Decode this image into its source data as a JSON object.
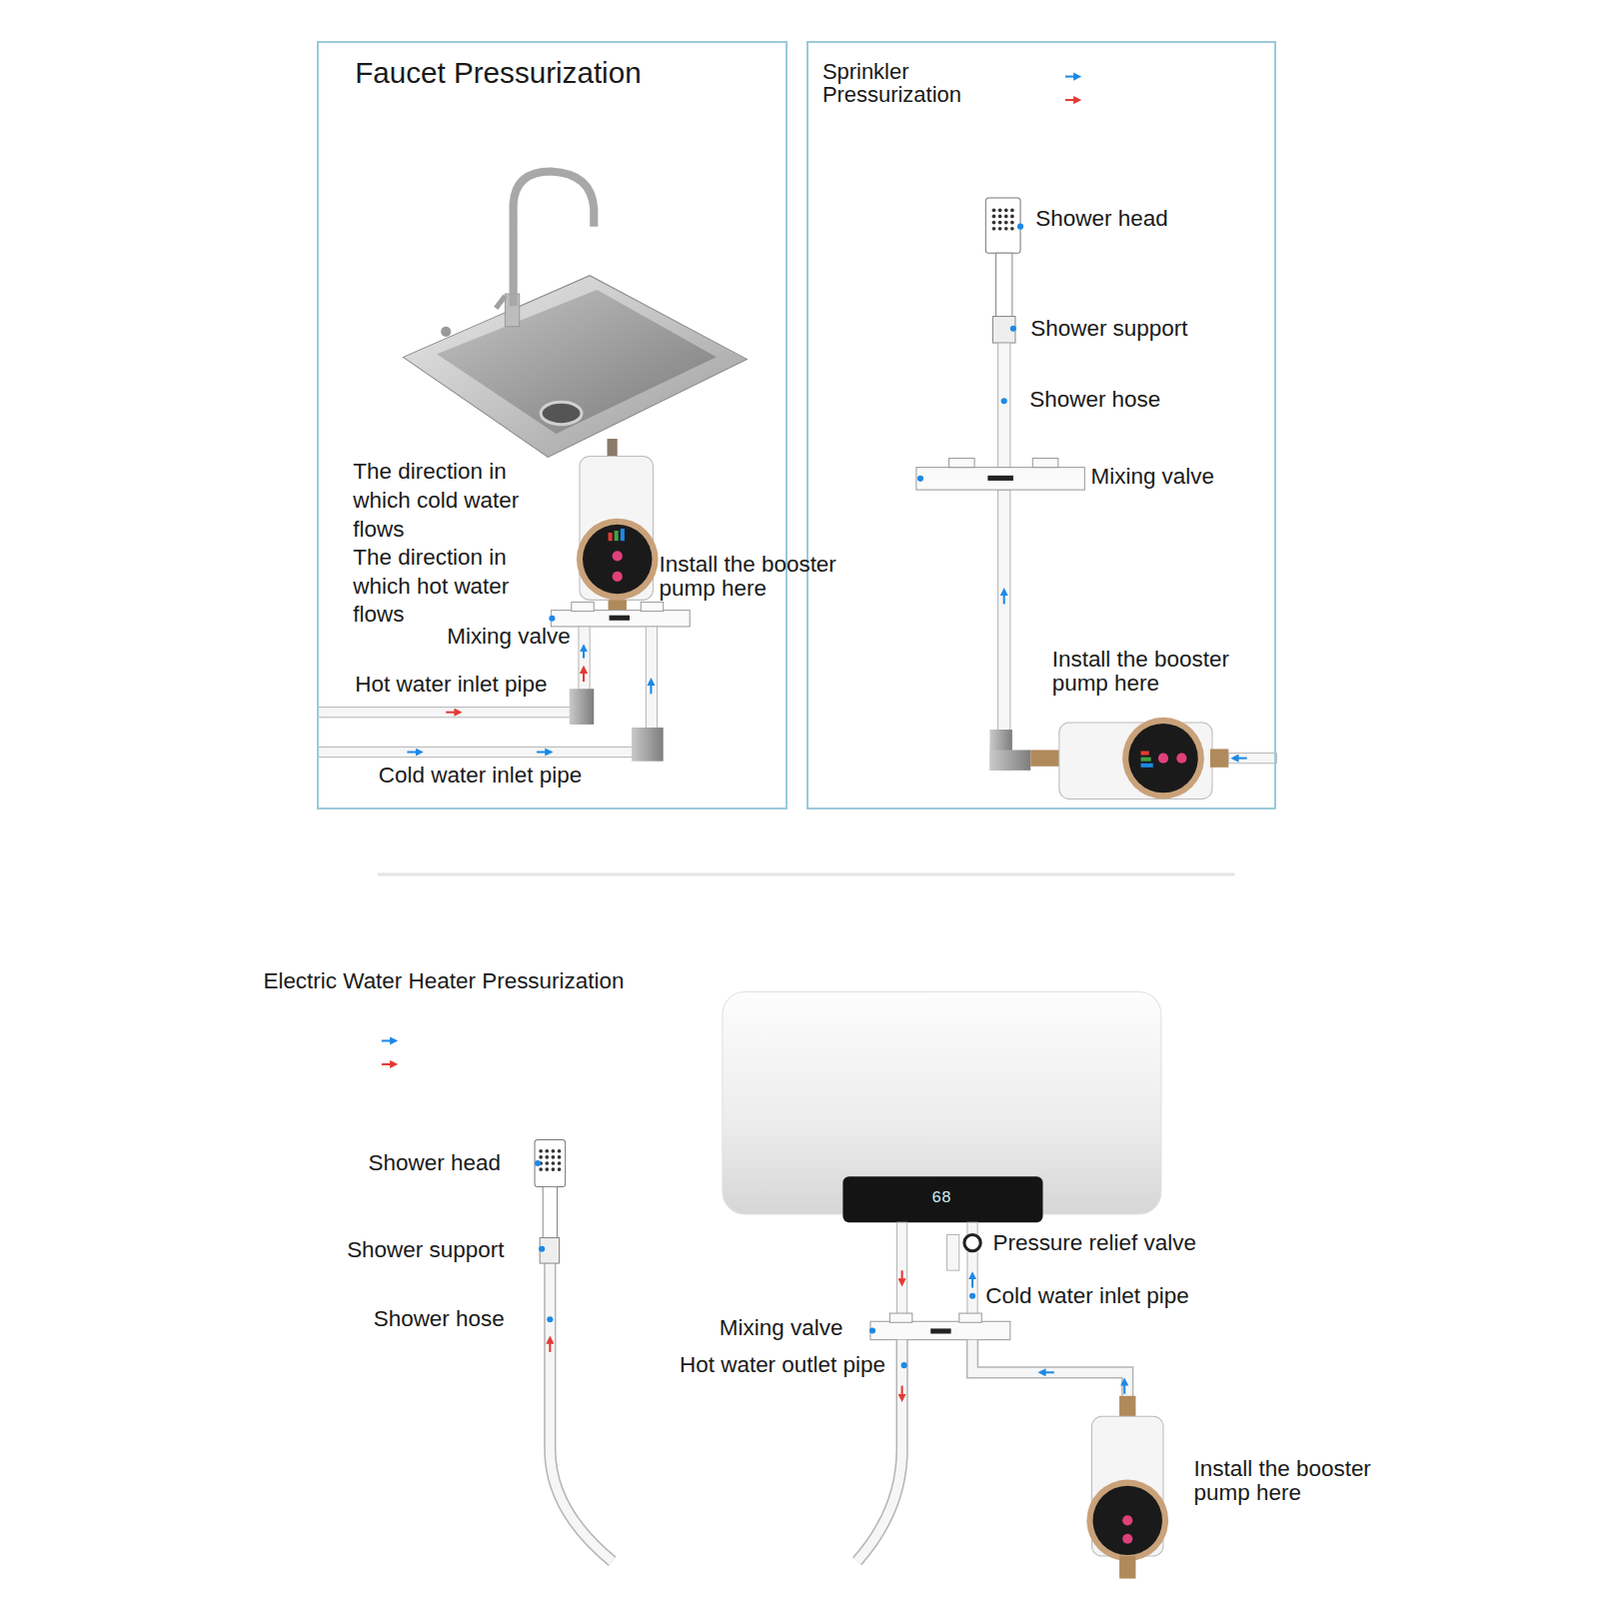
{
  "diagram": {
    "nodes": [
      {
        "text": [
          "Faucet Pressurization"
        ]
      },
      {
        "text": [
          "Sprinkler Pressurization"
        ]
      }
    ],
    "labels": [
      "The direction in which cold water flows",
      "The direction in which hot water flows",
      "Install the booster pump here",
      "Mixing valve",
      "Hot water inlet pipe",
      "Cold water inlet pipe",
      "Shower head",
      "Shower support",
      "Shower hose",
      "Mixing valve",
      "Install the booster pump here",
      "Electric Water Heater Pressurization",
      "Shower head",
      "Shower support",
      "Shower hose",
      "68",
      "Pressure relief valve",
      "Cold water inlet pipe",
      "Mixing valve",
      "Hot water outlet pipe",
      "Install the booster pump here"
    ]
  }
}
